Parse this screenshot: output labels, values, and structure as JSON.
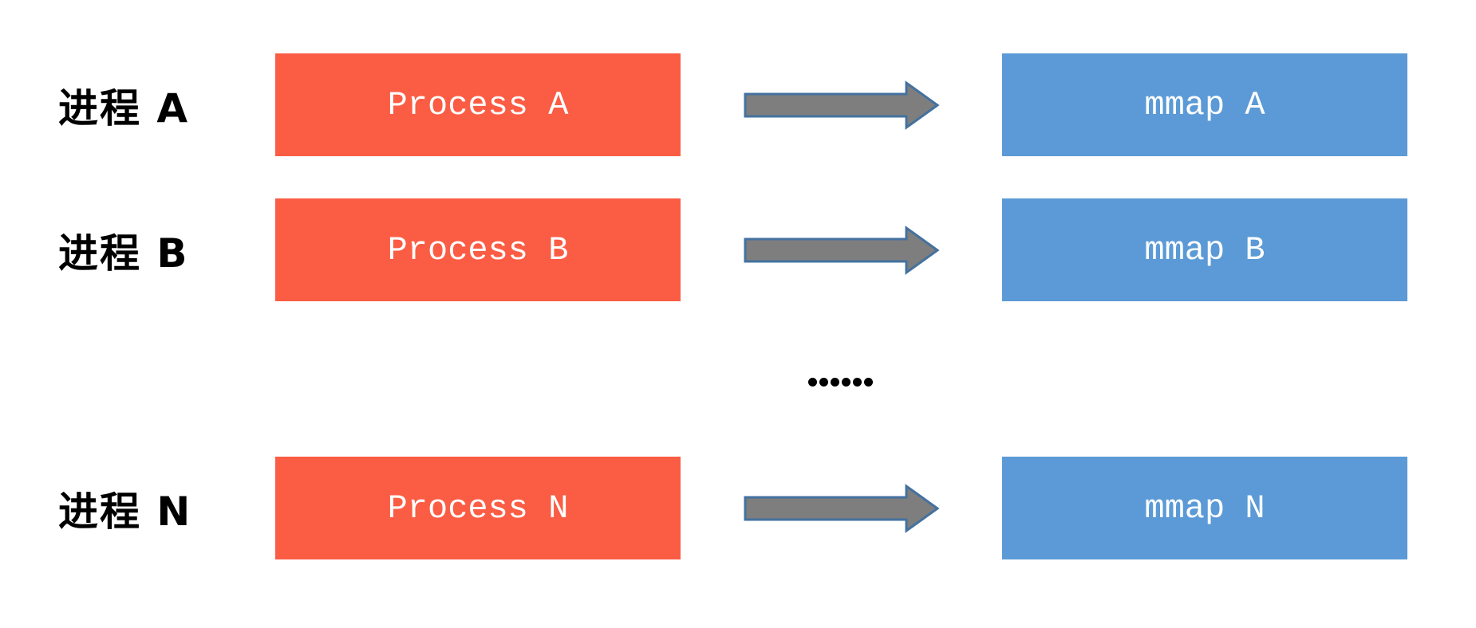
{
  "rows": [
    {
      "label": "进程 A",
      "process": "Process A",
      "mmap": "mmap A"
    },
    {
      "label": "进程 B",
      "process": "Process B",
      "mmap": "mmap B"
    },
    {
      "label": "进程 N",
      "process": "Process N",
      "mmap": "mmap N"
    }
  ],
  "ellipsis": "……",
  "colors": {
    "process_box": "#FB5C44",
    "mmap_box": "#5B9AD6",
    "arrow_fill": "#7E7E7E",
    "arrow_outline": "#44719F",
    "label_text": "#000000",
    "box_text": "#FFFFFF",
    "background": "#FFFFFF"
  }
}
